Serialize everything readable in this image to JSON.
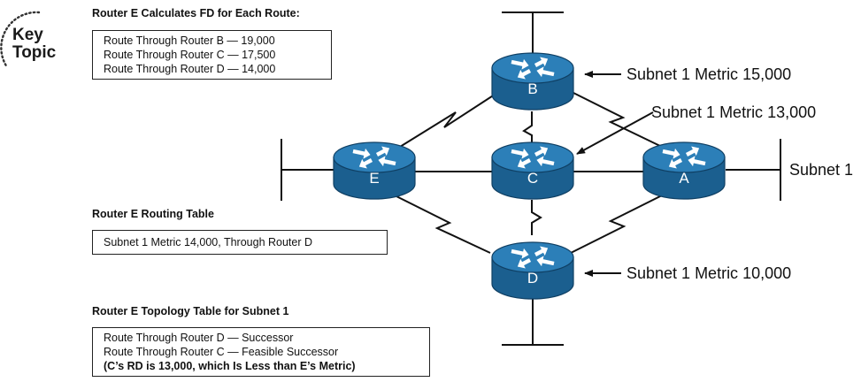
{
  "key_topic": {
    "line1": "Key",
    "line2": "Topic"
  },
  "fd_section": {
    "heading": "Router E Calculates FD for Each Route:",
    "rows": [
      "Route Through Router B — 19,000",
      "Route Through Router C — 17,500",
      "Route Through Router D — 14,000"
    ]
  },
  "routing_section": {
    "heading": "Router E Routing Table",
    "rows": [
      "Subnet 1 Metric 14,000, Through Router D"
    ]
  },
  "topology_section": {
    "heading": "Router E Topology Table for Subnet 1",
    "rows": [
      "Route Through Router D — Successor",
      "Route Through Router C — Feasible Successor"
    ],
    "note": "(C’s RD is 13,000, which Is Less than E’s Metric)"
  },
  "routers": {
    "A": "A",
    "B": "B",
    "C": "C",
    "D": "D",
    "E": "E"
  },
  "annotations": {
    "b_metric": "Subnet 1 Metric 15,000",
    "c_metric": "Subnet 1 Metric 13,000",
    "d_metric": "Subnet 1 Metric 10,000",
    "subnet": "Subnet 1"
  },
  "colors": {
    "router_top": "#2c7fb8",
    "router_side": "#1b5f8f",
    "router_edge": "#0f3f63",
    "arrow_fill": "#ffffff",
    "line": "#111111"
  }
}
